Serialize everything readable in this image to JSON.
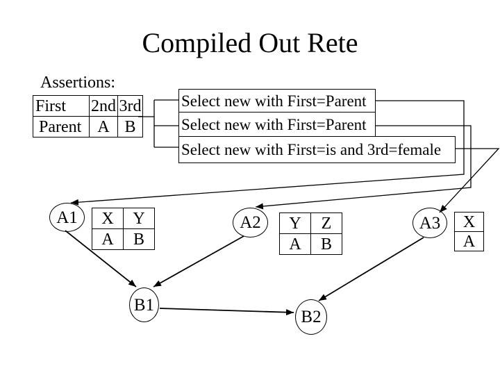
{
  "title": "Compiled Out Rete",
  "assertions": {
    "label": "Assertions:",
    "headers": [
      "First",
      "2nd",
      "3rd"
    ],
    "row": [
      "Parent",
      "A",
      "B"
    ]
  },
  "select_nodes": [
    {
      "label": "Select new with First=Parent"
    },
    {
      "label": "Select new with First=Parent"
    },
    {
      "label": "Select new with First=is and 3rd=female"
    }
  ],
  "alpha_nodes": [
    {
      "id": "A1",
      "memory": {
        "headers": [
          "X",
          "Y"
        ],
        "row": [
          "A",
          "B"
        ]
      }
    },
    {
      "id": "A2",
      "memory": {
        "headers": [
          "Y",
          "Z"
        ],
        "row": [
          "A",
          "B"
        ]
      }
    },
    {
      "id": "A3",
      "memory": {
        "headers": [
          "X"
        ],
        "row": [
          "A"
        ]
      }
    }
  ],
  "beta_nodes": [
    {
      "id": "B1"
    },
    {
      "id": "B2"
    }
  ],
  "colors": {
    "ink": "#000000",
    "background": "#ffffff"
  }
}
